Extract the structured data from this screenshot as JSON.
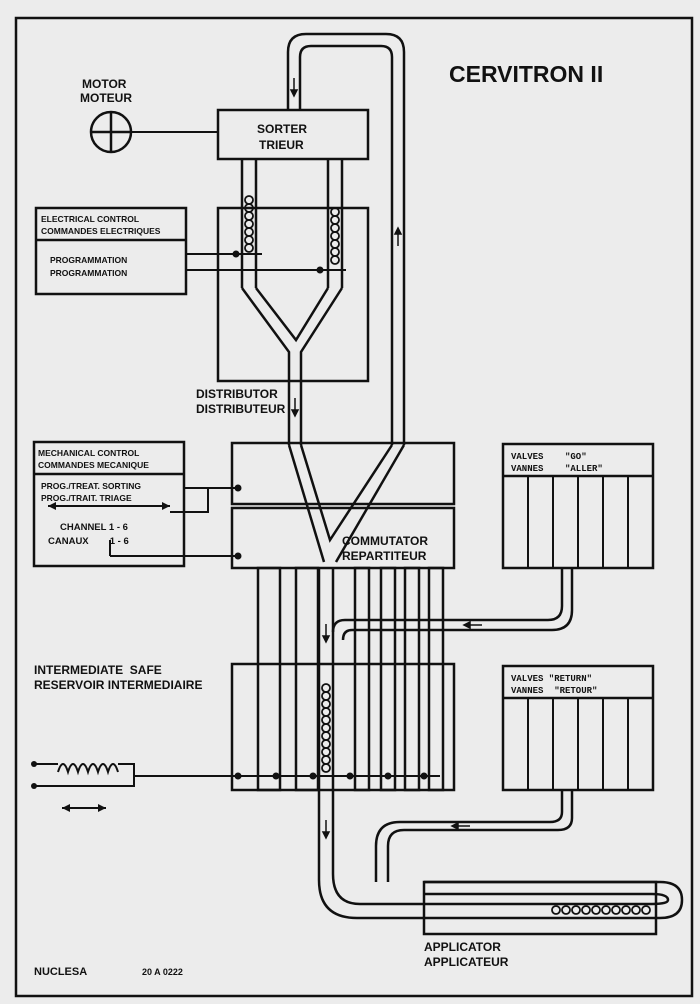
{
  "title": "CERVITRON  II",
  "motor": {
    "en": "MOTOR",
    "fr": "MOTEUR"
  },
  "sorter": {
    "en": "SORTER",
    "fr": "TRIEUR"
  },
  "electrical_control": {
    "line1": "ELECTRICAL CONTROL",
    "line2": "COMMANDES ELECTRIQUES",
    "prog1": "PROGRAMMATION",
    "prog2": "PROGRAMMATION"
  },
  "distributor": {
    "en": "DISTRIBUTOR",
    "fr": "DISTRIBUTEUR"
  },
  "mechanical_control": {
    "line1": "MECHANICAL CONTROL",
    "line2": "COMMANDES MECANIQUE",
    "prog1": "PROG./TREAT.  SORTING",
    "prog2": "PROG./TRAIT.  TRIAGE",
    "channel1": "CHANNEL  1 - 6",
    "channel2": "CANAUX        1 - 6"
  },
  "commutator": {
    "en": "COMMUTATOR",
    "fr": "REPARTITEUR"
  },
  "valves_go": {
    "en": "VALVES    \"GO\"",
    "fr": "VANNES    \"ALLER\""
  },
  "reservoir": {
    "en": "INTERMEDIATE  SAFE",
    "fr": "RESERVOIR INTERMEDIAIRE"
  },
  "valves_return": {
    "en": "VALVES \"RETURN\"",
    "fr": "VANNES  \"RETOUR\""
  },
  "applicator": {
    "en": "APPLICATOR",
    "fr": "APPLICATEUR"
  },
  "footer": {
    "brand": "NUCLESA",
    "code": "20 A 0222"
  },
  "colors": {
    "background": "#ececec",
    "ink": "#111111"
  }
}
